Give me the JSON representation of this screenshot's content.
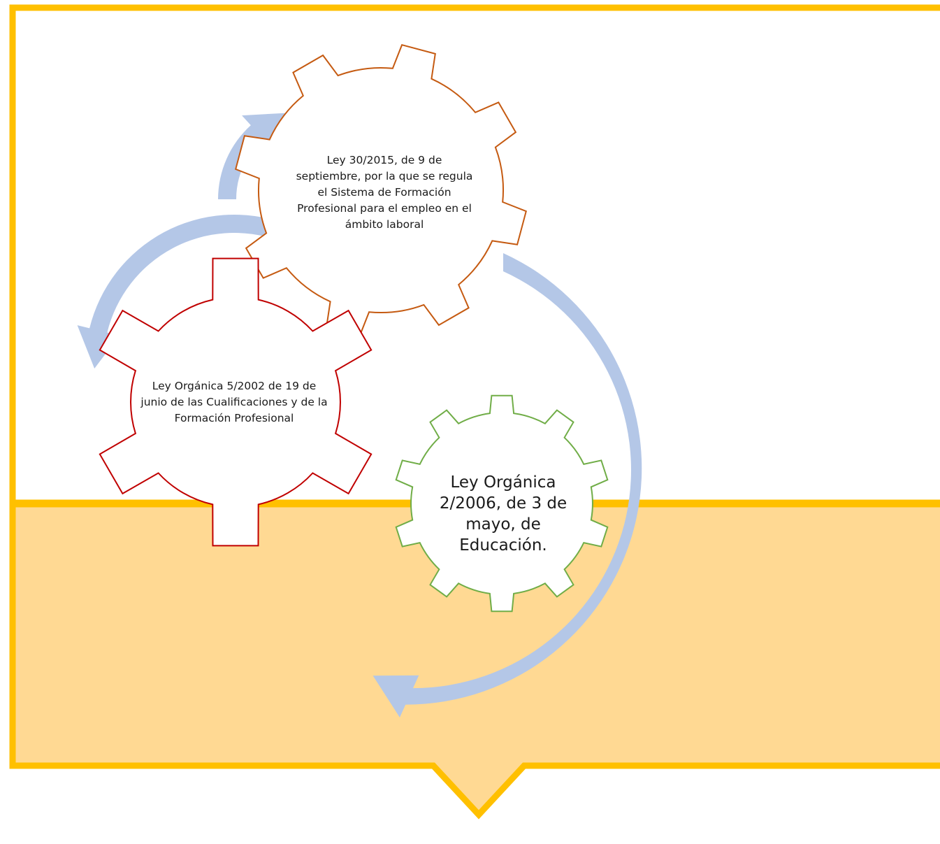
{
  "colors": {
    "frame": "#FFC000",
    "callout_fill": "#FFD993",
    "arrow_fill": "#B4C7E7",
    "gear_orange": "#C55A11",
    "gear_red": "#C00000",
    "gear_green": "#70AD47"
  },
  "gears": {
    "orange": {
      "label": "Ley 30/2015, de 9 de septiembre, por la que se regula el Sistema de Formación Profesional para el empleo en el ámbito laboral"
    },
    "red": {
      "label": "Ley Orgánica 5/2002 de 19 de junio de las Cualificaciones y de la Formación Profesional"
    },
    "green": {
      "label": "Ley Orgánica 2/2006, de 3 de mayo, de Educación."
    }
  }
}
